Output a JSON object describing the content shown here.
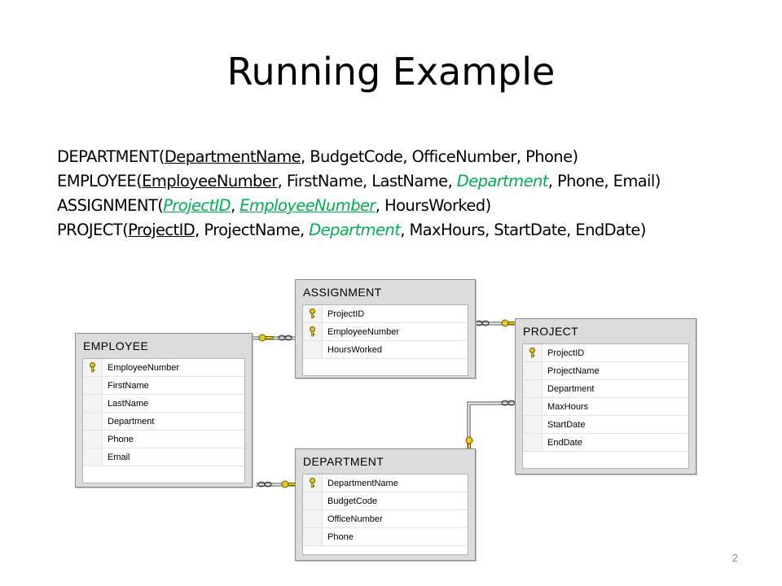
{
  "title": "Running Example",
  "schema": [
    {
      "name": "DEPARTMENT",
      "attrs": [
        {
          "text": "DepartmentName",
          "pk": true,
          "fk": false
        },
        {
          "text": "BudgetCode",
          "pk": false,
          "fk": false
        },
        {
          "text": "OfficeNumber",
          "pk": false,
          "fk": false
        },
        {
          "text": "Phone",
          "pk": false,
          "fk": false
        }
      ]
    },
    {
      "name": "EMPLOYEE",
      "attrs": [
        {
          "text": "EmployeeNumber",
          "pk": true,
          "fk": false
        },
        {
          "text": "FirstName",
          "pk": false,
          "fk": false
        },
        {
          "text": "LastName",
          "pk": false,
          "fk": false
        },
        {
          "text": "Department",
          "pk": false,
          "fk": true
        },
        {
          "text": "Phone",
          "pk": false,
          "fk": false
        },
        {
          "text": "Email",
          "pk": false,
          "fk": false
        }
      ]
    },
    {
      "name": "ASSIGNMENT",
      "attrs": [
        {
          "text": "ProjectID",
          "pk": true,
          "fk": true
        },
        {
          "text": "EmployeeNumber",
          "pk": true,
          "fk": true
        },
        {
          "text": "HoursWorked",
          "pk": false,
          "fk": false
        }
      ]
    },
    {
      "name": "PROJECT",
      "attrs": [
        {
          "text": "ProjectID",
          "pk": true,
          "fk": false
        },
        {
          "text": "ProjectName",
          "pk": false,
          "fk": false
        },
        {
          "text": "Department",
          "pk": false,
          "fk": true
        },
        {
          "text": "MaxHours",
          "pk": false,
          "fk": false
        },
        {
          "text": "StartDate",
          "pk": false,
          "fk": false
        },
        {
          "text": "EndDate",
          "pk": false,
          "fk": false
        }
      ]
    }
  ],
  "diagram": {
    "employee": {
      "name": "EMPLOYEE",
      "columns": [
        {
          "name": "EmployeeNumber",
          "key": true
        },
        {
          "name": "FirstName",
          "key": false
        },
        {
          "name": "LastName",
          "key": false
        },
        {
          "name": "Department",
          "key": false
        },
        {
          "name": "Phone",
          "key": false
        },
        {
          "name": "Email",
          "key": false
        }
      ]
    },
    "assignment": {
      "name": "ASSIGNMENT",
      "columns": [
        {
          "name": "ProjectID",
          "key": true
        },
        {
          "name": "EmployeeNumber",
          "key": true
        },
        {
          "name": "HoursWorked",
          "key": false
        }
      ]
    },
    "project": {
      "name": "PROJECT",
      "columns": [
        {
          "name": "ProjectID",
          "key": true
        },
        {
          "name": "ProjectName",
          "key": false
        },
        {
          "name": "Department",
          "key": false
        },
        {
          "name": "MaxHours",
          "key": false
        },
        {
          "name": "StartDate",
          "key": false
        },
        {
          "name": "EndDate",
          "key": false
        }
      ]
    },
    "department": {
      "name": "DEPARTMENT",
      "columns": [
        {
          "name": "DepartmentName",
          "key": true
        },
        {
          "name": "BudgetCode",
          "key": false
        },
        {
          "name": "OfficeNumber",
          "key": false
        },
        {
          "name": "Phone",
          "key": false
        }
      ]
    }
  },
  "relationships": [
    {
      "from": "EMPLOYEE",
      "to": "ASSIGNMENT",
      "one": "EMPLOYEE",
      "many": "ASSIGNMENT"
    },
    {
      "from": "PROJECT",
      "to": "ASSIGNMENT",
      "one": "PROJECT",
      "many": "ASSIGNMENT"
    },
    {
      "from": "DEPARTMENT",
      "to": "EMPLOYEE",
      "one": "DEPARTMENT",
      "many": "EMPLOYEE"
    },
    {
      "from": "DEPARTMENT",
      "to": "PROJECT",
      "one": "DEPARTMENT",
      "many": "PROJECT"
    }
  ],
  "colors": {
    "foreign_key": "#00b050",
    "key_icon": "#e8c81a",
    "table_bg": "#dcdcdc"
  },
  "icons": {
    "key": "key-icon",
    "infinity": "infinity-icon"
  },
  "page_number": "2"
}
